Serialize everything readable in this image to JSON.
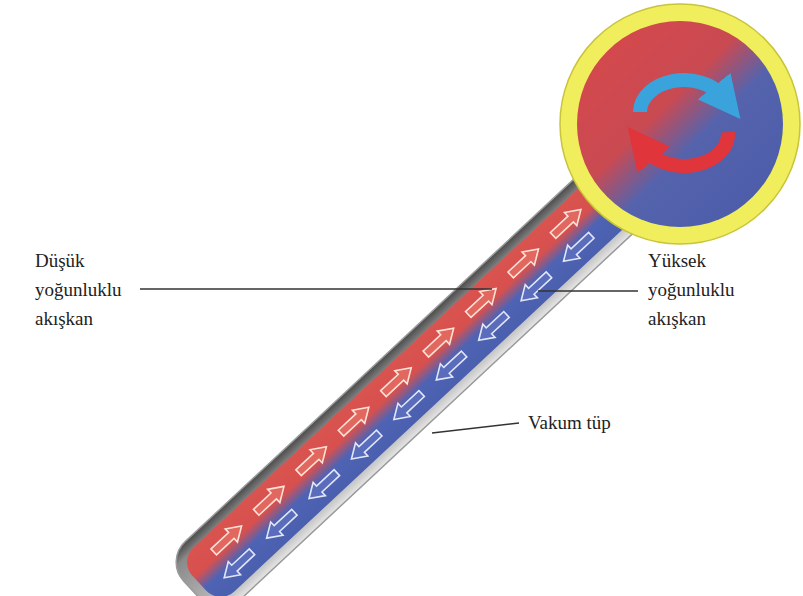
{
  "diagram": {
    "labels": [
      "Düşük yoğunluklu akışkan",
      "Yüksek yoğunluklu akışkan",
      "Vakum tüp"
    ]
  }
}
